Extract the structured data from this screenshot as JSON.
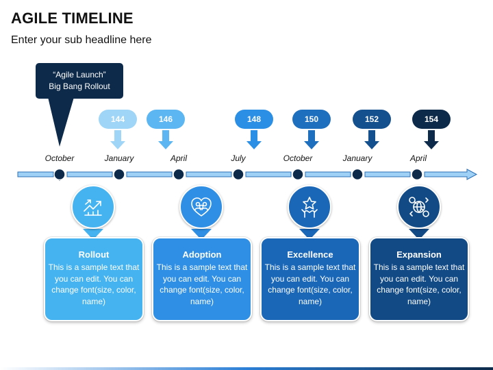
{
  "header": {
    "title": "AGILE TIMELINE",
    "subtitle": "Enter your sub headline here"
  },
  "callout": {
    "line1": "“Agile Launch”",
    "line2": "Big Bang Rollout"
  },
  "timeline": {
    "months": [
      "October",
      "January",
      "April",
      "July",
      "October",
      "January",
      "April"
    ],
    "milestones": [
      {
        "label": "144",
        "color": "#9fd5f7"
      },
      {
        "label": "146",
        "color": "#5cb6f2"
      },
      {
        "label": "148",
        "color": "#2b8fe6"
      },
      {
        "label": "150",
        "color": "#1f6fbf"
      },
      {
        "label": "152",
        "color": "#15508e"
      },
      {
        "label": "154",
        "color": "#0d2a4a"
      }
    ]
  },
  "cards": [
    {
      "title": "Rollout",
      "body": "This is a sample text that you can edit. You can change font(size, color, name)",
      "color": "#45b3f0",
      "icon": "growth-arrows-icon"
    },
    {
      "title": "Adoption",
      "body": "This is a sample text that you can edit. You can change font(size, color, name)",
      "color": "#2f8fe4",
      "icon": "heart-people-icon"
    },
    {
      "title": "Excellence",
      "body": "This is a sample text that you can edit. You can change font(size, color, name)",
      "color": "#1a67b8",
      "icon": "star-hand-icon"
    },
    {
      "title": "Expansion",
      "body": "This is a sample text that you can edit. You can change font(size, color, name)",
      "color": "#124a86",
      "icon": "global-dollar-icon"
    }
  ]
}
